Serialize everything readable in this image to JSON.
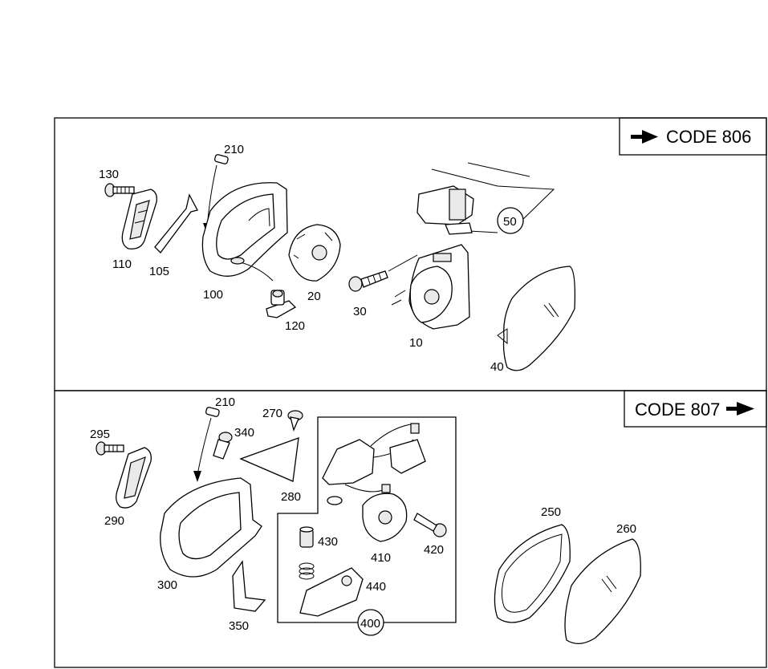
{
  "codes": {
    "upper": "CODE  806",
    "lower": "CODE  807"
  },
  "upper_labels": {
    "p210": "210",
    "p130": "130",
    "p110": "110",
    "p105": "105",
    "p100": "100",
    "p120": "120",
    "p20": "20",
    "p30": "30",
    "p10": "10",
    "p50": "50",
    "p40": "40"
  },
  "lower_labels": {
    "p210": "210",
    "p340": "340",
    "p270": "270",
    "p295": "295",
    "p290": "290",
    "p280": "280",
    "p300": "300",
    "p350": "350",
    "p430": "430",
    "p410": "410",
    "p420": "420",
    "p440": "440",
    "p400": "400",
    "p250": "250",
    "p260": "260"
  }
}
